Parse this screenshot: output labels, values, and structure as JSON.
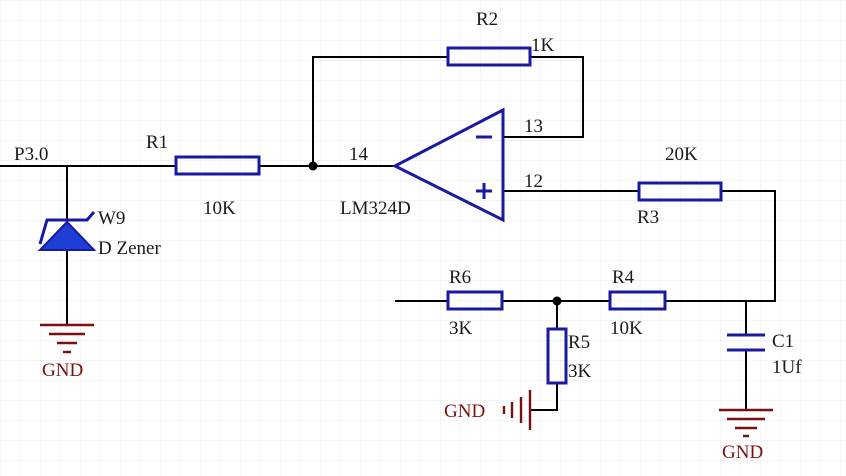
{
  "colors": {
    "background": "#ffffff",
    "grid": "#e8e8e8",
    "wire": "#000000",
    "component": "#1a1aa0",
    "zener_fill": "#1d3fd6",
    "ground": "#7a1010",
    "text": "#1a1a1a"
  },
  "net_label": "P3.0",
  "opamp": {
    "name": "LM324D",
    "pin_inverting": "13",
    "pin_noninverting": "12",
    "pin_output": "14"
  },
  "resistors": [
    {
      "ref": "R1",
      "value": "10K"
    },
    {
      "ref": "R2",
      "value": "1K"
    },
    {
      "ref": "R3",
      "value": "20K"
    },
    {
      "ref": "R4",
      "value": "10K"
    },
    {
      "ref": "R5",
      "value": "3K"
    },
    {
      "ref": "R6",
      "value": "3K"
    }
  ],
  "capacitor": {
    "ref": "C1",
    "value": "1Uf"
  },
  "zener": {
    "ref": "W9",
    "type": "D Zener"
  },
  "ground_label": "GND"
}
